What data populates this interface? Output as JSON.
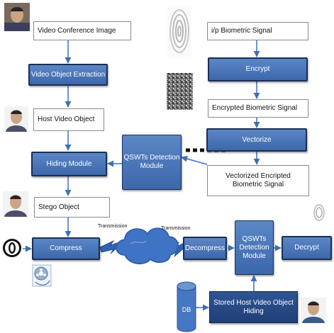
{
  "boxes": {
    "video_conference_image": "Video  Conference Image",
    "video_object_extraction": "Video Object Extraction",
    "host_video_object": "Host Video Object",
    "hiding_module": "Hiding Module",
    "stego_object": "Stego Object",
    "compress": "Compress",
    "ip_biometric_signal": "i/p Biometric Signal",
    "encrypt": "Encrypt",
    "encrypted_biometric_signal": "Encrypted Biometric Signal",
    "vectorize": "Vectorize",
    "vectorized_biometric_signal": "Vectorized Encripted Biometric Signal",
    "qswts_detection_left": "QSWTs Detection Module",
    "qswts_detection_right": "QSWTs Detection Module",
    "decompress": "Decompress",
    "decrypt": "Decrypt",
    "db": "DB",
    "stored_host": "Stored Host Video Object Hiding"
  },
  "labels": {
    "transmission_left": "Transmission",
    "transmission_right": "Transmission"
  },
  "colors": {
    "blue_fill": "#4a76bb",
    "blue_border": "#1b2f55",
    "navy_fill": "#2a4f8f",
    "cloud_fill": "#3f73c4",
    "arrow": "#3d6fb5"
  },
  "icons": [
    "person-photo",
    "fingerprint-image",
    "noise-image",
    "cipher-icon",
    "film-reel-icon",
    "cloud-icon",
    "database-icon",
    "lightning-icon"
  ]
}
